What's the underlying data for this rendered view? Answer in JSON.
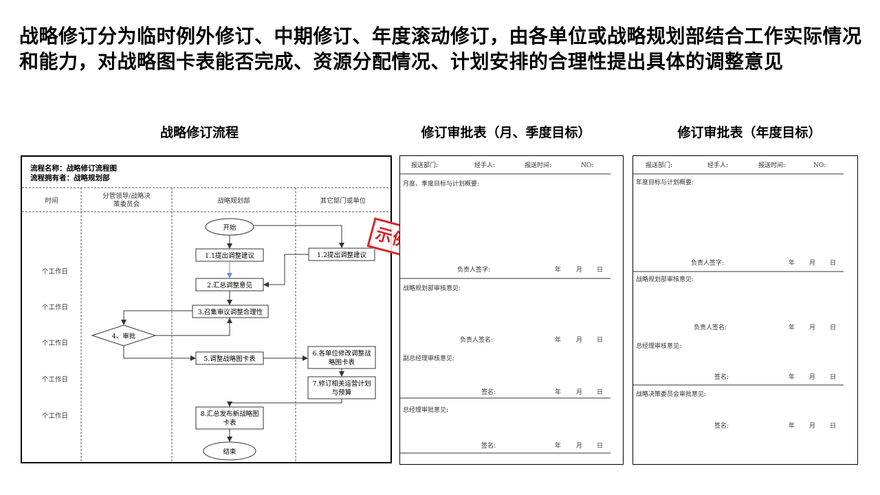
{
  "title": "战略修订分为临时例外修订、中期修订、年度滚动修订，由各单位或战略规划部结合工作实际情况和能力，对战略图卡表能否完成、资源分配情况、计划安排的合理性提出具体的调整意见",
  "sections": {
    "flow": "战略修订流程",
    "form_a": "修订审批表（月、季度目标）",
    "form_b": "修订审批表（年度目标）"
  },
  "stamp": "示例",
  "flow": {
    "name_line": "流程名称：战略修订流程图",
    "owner_line": "流程拥有者：战略规划部",
    "col_time": "时间",
    "col_leader_1": "分管领导/战略决",
    "col_leader_2": "策委员会",
    "col_dept": "战略规划部",
    "col_other": "其它部门或单位",
    "row_label": "个工作日",
    "start": "开始",
    "step1_1": "1.1提出调整建议",
    "step1_2": "1.2提出调整建议",
    "step2": "2.汇总调整意见",
    "step3": "3.召集审议调整合理性",
    "step4": "4、审批",
    "step5": "5.调整战略图卡表",
    "step6_1": "6.各单位修改调整战",
    "step6_2": "略图卡表",
    "step7_1": "7.修订相关运营计划",
    "step7_2": "与预算",
    "step8_1": "8.汇总发布新战略图",
    "step8_2": "卡表",
    "end": "结束"
  },
  "form_a": {
    "dept": "报送部门:",
    "handler": "经手人:",
    "time": "报送时间:",
    "no": "NO:",
    "s1": "月度、季度目标与计划概要:",
    "sign_resp": "负责人签字:",
    "s2": "战略规划部审核意见:",
    "sign_resp2": "负责人签名:",
    "s3": "副总经理审核意见:",
    "sign": "签名:",
    "s4": "总经理审批意见:",
    "year": "年",
    "month": "月",
    "day": "日"
  },
  "form_b": {
    "dept": "报送部门:",
    "handler": "经手人:",
    "time": "报送时间:",
    "no": "NO:",
    "s1": "年度目标与计划概要:",
    "sign_resp": "负责人签字:",
    "s2": "战略规划部审核意见:",
    "sign_resp2": "负责人签名:",
    "s3": "总经理审核意见:",
    "sign": "签名:",
    "s4": "战略决策委员会审批意见:",
    "year": "年",
    "month": "月",
    "day": "日"
  }
}
